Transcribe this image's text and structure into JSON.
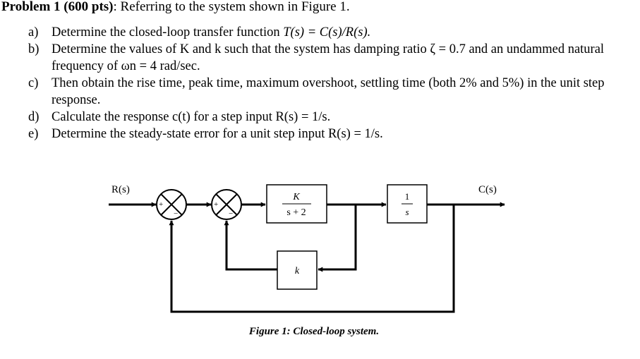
{
  "header": {
    "bold": "Problem 1 (600 pts)",
    "rest": ": Referring to the system shown in Figure 1."
  },
  "problems": [
    {
      "label": "a)",
      "text_pre": "Determine the closed-loop transfer function ",
      "text_math": "T(s) = C(s)/R(s).",
      "text_post": ""
    },
    {
      "label": "b)",
      "text": "Determine the values of K and k such that the system has damping ratio ζ = 0.7 and an undammed natural frequency of ωn = 4 rad/sec."
    },
    {
      "label": "c)",
      "text": "Then obtain the rise time, peak time, maximum overshoot, settling time (both 2% and 5%) in the unit step response."
    },
    {
      "label": "d)",
      "text": "Calculate the response c(t) for a step input R(s) = 1/s."
    },
    {
      "label": "e)",
      "text": "Determine the steady-state error for a unit step input R(s) = 1/s."
    }
  ],
  "diagram": {
    "input_label": "R(s)",
    "output_label": "C(s)",
    "plus1": "+",
    "minus1": "−",
    "plus2": "+",
    "minus2": "−",
    "block1_num": "K",
    "block1_den": "s + 2",
    "block2_num": "1",
    "block2_den": "s",
    "feedback_block": "k",
    "caption": "Figure 1: Closed-loop system."
  }
}
